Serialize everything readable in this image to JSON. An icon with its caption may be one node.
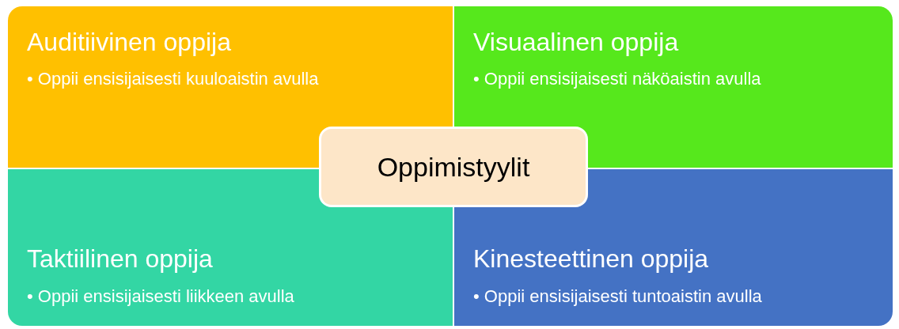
{
  "diagram": {
    "nodes": [
      {
        "text": [
          "Auditiivinen oppija",
          "• Oppii ensisijaisesti kuuloaistin avulla"
        ]
      },
      {
        "text": [
          "Visuaalinen oppija",
          "• Oppii ensisijaisesti näköaistin avulla"
        ]
      },
      {
        "text": [
          "Oppimistyylit"
        ]
      },
      {
        "text": [
          "Taktiilinen oppija",
          "• Oppii ensisijaisesti liikkeen avulla"
        ]
      },
      {
        "text": [
          "Kinesteettinen oppija",
          "• Oppii ensisijaisesti tuntoaistin avulla"
        ]
      }
    ],
    "edges": []
  }
}
